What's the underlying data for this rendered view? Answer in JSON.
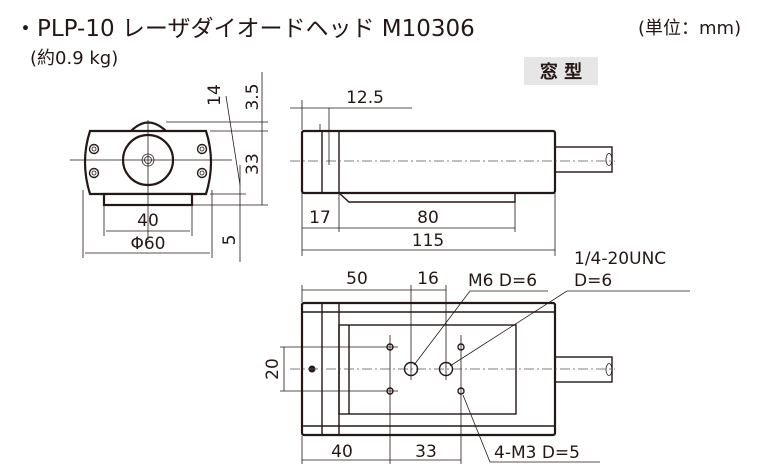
{
  "header": {
    "title": "・PLP-10 レーザダイオードヘッド M10306",
    "unit": "(単位：mm)",
    "weight": "(約0.9 kg)",
    "type_badge": "窓 型"
  },
  "front_view": {
    "dims": {
      "d14": "14",
      "d3_5": "3.5",
      "d33": "33",
      "d5": "5",
      "d40": "40",
      "d60": "Φ60"
    }
  },
  "side_view": {
    "dims": {
      "d12_5": "12.5",
      "d17": "17",
      "d80": "80",
      "d115": "115"
    }
  },
  "bottom_view": {
    "dims": {
      "d50": "50",
      "d16": "16",
      "d20": "20",
      "d40": "40",
      "d33": "33"
    },
    "callouts": {
      "m6": "M6 D=6",
      "unc": "1/4-20UNC",
      "unc_depth": "D=6",
      "m3": "4-M3 D=5"
    }
  }
}
